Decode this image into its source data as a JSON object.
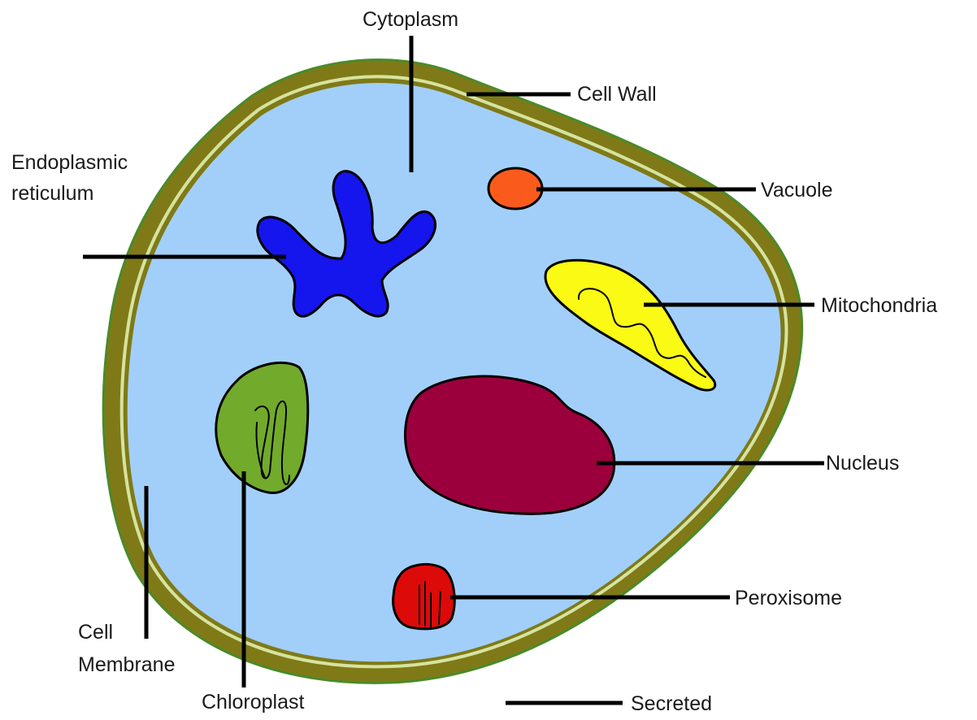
{
  "labels": {
    "cytoplasm": "Cytoplasm",
    "cell_wall": "Cell Wall",
    "endoplasmic_line1": "Endoplasmic",
    "endoplasmic_line2": "reticulum",
    "vacuole": "Vacuole",
    "mitochondria": "Mitochondria",
    "nucleus": "Nucleus",
    "peroxisome": "Peroxisome",
    "cell_membrane_line1": "Cell",
    "cell_membrane_line2": "Membrane",
    "chloroplast": "Chloroplast",
    "secreted": "Secreted"
  },
  "colors": {
    "cell_wall": "#7f7a17",
    "cell_wall_edge": "#4a8a2a",
    "membrane_highlight": "#d6e3a0",
    "cytoplasm": "#a2cffa",
    "endoplasmic_reticulum": "#1515ee",
    "vacuole": "#fa5b1c",
    "mitochondria": "#fafa15",
    "nucleus": "#9c003c",
    "chloroplast": "#72aa2c",
    "peroxisome": "#dd0a0a"
  }
}
